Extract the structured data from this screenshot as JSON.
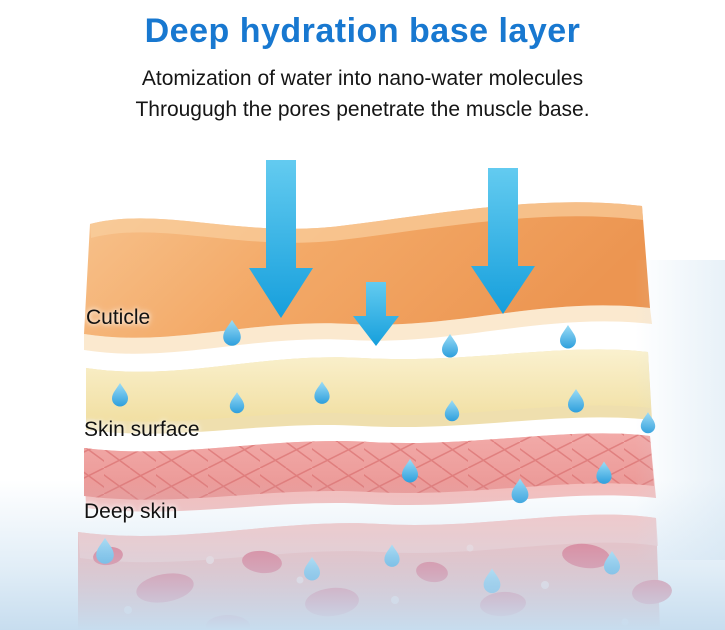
{
  "page": {
    "title": "Deep hydration base layer",
    "subtitle_line1": "Atomization of water into nano-water molecules",
    "subtitle_line2": "Througugh the pores penetrate the muscle base."
  },
  "labels": {
    "cuticle": "Cuticle",
    "skin_surface": "Skin surface",
    "deep_skin": "Deep skin"
  },
  "colors": {
    "title_blue": "#1878d0",
    "arrow_blue": "#2fb0e8",
    "droplet_blue": "#4fb6e8",
    "cuticle_orange": "#f2a463",
    "skin_surface_cream": "#f7ecc2",
    "dermis_pink": "#ee9f9f",
    "dermis_grid_red": "#d96e6e",
    "deep_skin_pink": "#f4a9a9",
    "cell_red": "#e45f74",
    "background_bottom_blue": "#c7ddef"
  },
  "icons": {
    "arrow": "down-arrow-icon",
    "droplet": "water-droplet-icon"
  }
}
